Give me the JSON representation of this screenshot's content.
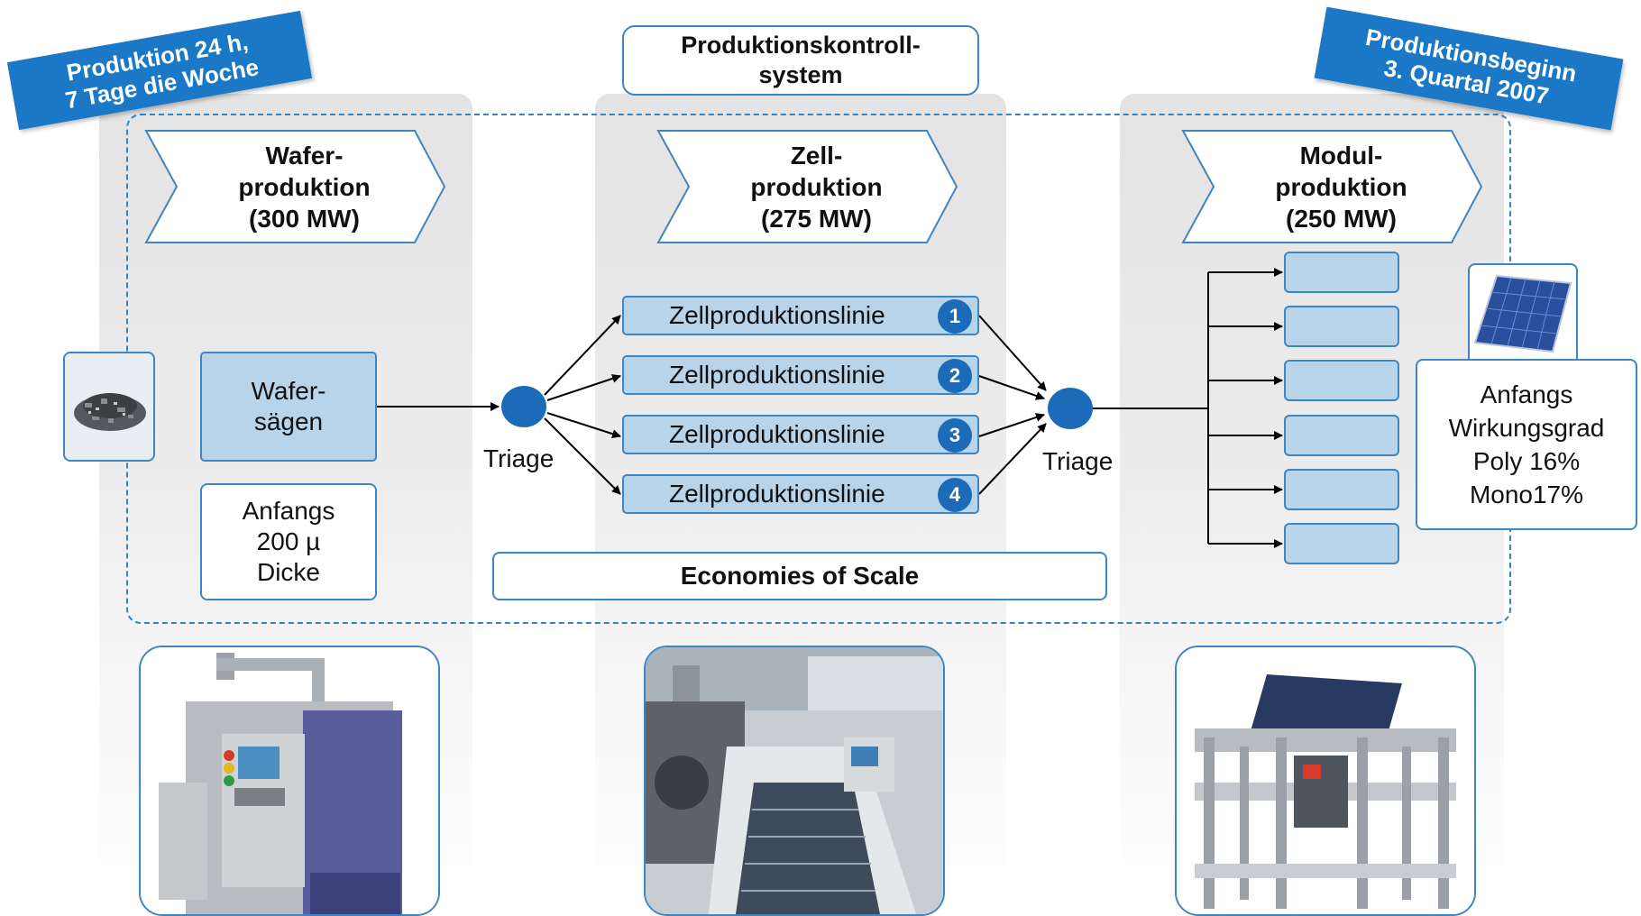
{
  "tags": {
    "left": "Produktion 24 h,\n7 Tage die Woche",
    "right": "Produktionsbeginn\n3. Quartal 2007"
  },
  "control_system": "Produktionskontroll-\nsystem",
  "stages": [
    {
      "label": "Wafer-\nproduktion\n(300 MW)"
    },
    {
      "label": "Zell-\nproduktion\n(275 MW)"
    },
    {
      "label": "Modul-\nproduktion\n(250 MW)"
    }
  ],
  "wafer": {
    "saw": "Wafer-\nsägen",
    "thickness": "Anfangs\n200 µ\nDicke"
  },
  "triage": [
    "Triage",
    "Triage"
  ],
  "cell_lines": [
    {
      "label": "Zellproduktionslinie",
      "number": "1"
    },
    {
      "label": "Zellproduktionslinie",
      "number": "2"
    },
    {
      "label": "Zellproduktionslinie",
      "number": "3"
    },
    {
      "label": "Zellproduktionslinie",
      "number": "4"
    }
  ],
  "economies": "Economies of Scale",
  "efficiency": "Anfangs\nWirkungsgrad\nPoly 16%\nMono17%",
  "colors": {
    "accent_blue": "#1b78c6",
    "box_fill": "#b8d4ea",
    "box_border": "#3d86c2",
    "node_fill": "#1b6bb8"
  },
  "icons": [
    "silicon-chunks-photo",
    "solar-panel-photo",
    "wafer-saw-machine-photo",
    "cell-line-machine-photo",
    "module-assembly-machine-photo"
  ]
}
